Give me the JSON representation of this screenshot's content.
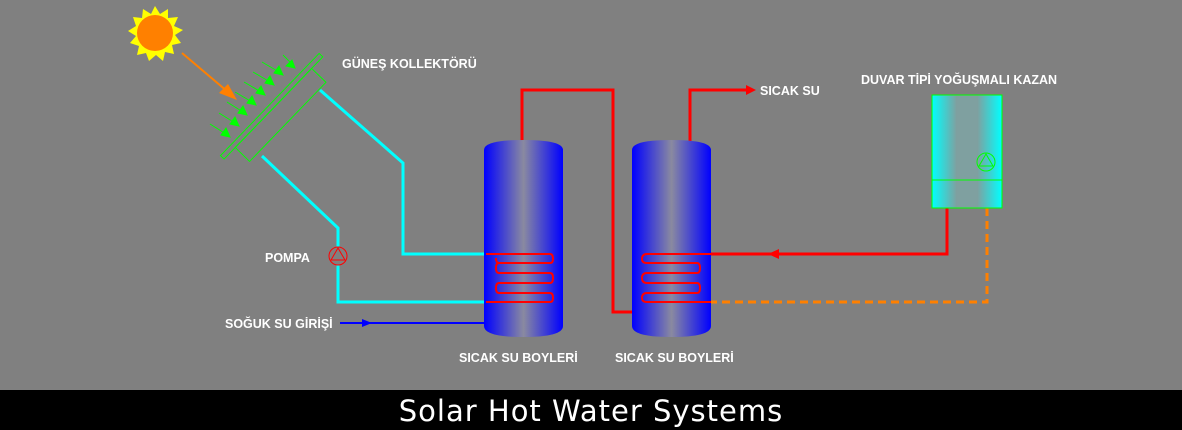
{
  "labels": {
    "collector": "GÜNEŞ KOLLEKTÖRÜ",
    "pump": "POMPA",
    "cold_inlet": "SOĞUK SU GİRİŞİ",
    "boiler1": "SICAK SU BOYLERİ",
    "boiler2": "SICAK SU BOYLERİ",
    "hot_water": "SICAK SU",
    "wall_boiler": "DUVAR TİPİ YOĞUŞMALI KAZAN"
  },
  "footer": {
    "title": "Solar Hot Water Systems"
  },
  "colors": {
    "background": "#808080",
    "solar_loop": "#00ffff",
    "hot_loop": "#ff0000",
    "return_loop": "#ff8000",
    "cold_water": "#0000ff",
    "tank": "#0000ff",
    "collector": "#00ff00"
  }
}
